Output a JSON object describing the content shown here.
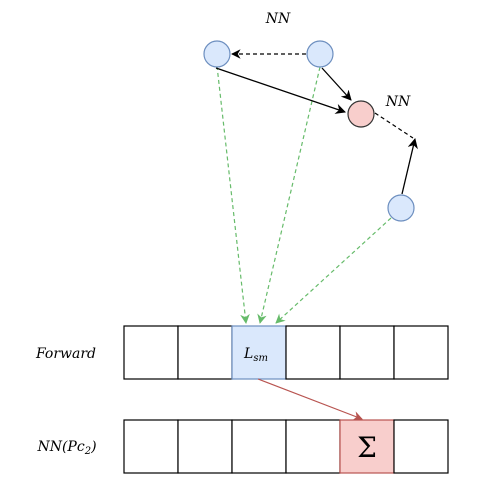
{
  "labels": {
    "nn_top": "NN",
    "nn_right": "NN",
    "forward_row": "Forward",
    "nn_row_prefix": "NN(Pc",
    "nn_row_sub": "2",
    "nn_row_suffix": ")",
    "lsm_main": "L",
    "lsm_sub": "sm",
    "sigma": "Σ"
  },
  "colors": {
    "node_blue_fill": "#dae8fc",
    "node_blue_stroke": "#6c8ebf",
    "node_red_fill": "#f8cecc",
    "node_red_stroke": "#333333",
    "green_arrow": "#66bb6a",
    "red_arrow": "#b85450",
    "cell_stroke": "#000000"
  }
}
